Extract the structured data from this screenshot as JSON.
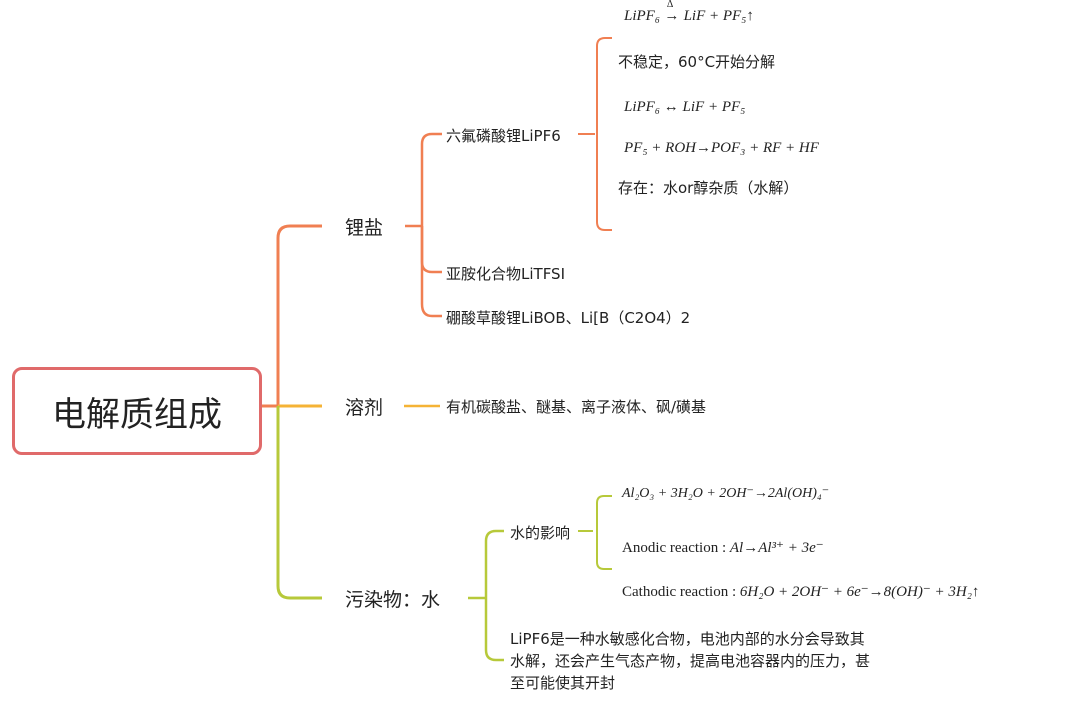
{
  "root": {
    "label": "电解质组成"
  },
  "branches": {
    "lithium_salts": {
      "label": "锂盐",
      "color": "#f07f52",
      "lipf6": {
        "label": "六氟磷酸锂LiPF6",
        "eq1": "LiPF₆ ≜ LiF + PF₅↑",
        "eq1_parts": {
          "lhs": "LiPF₆",
          "arrow": "→",
          "delta": "Δ",
          "rhs": "LiF + PF₅↑"
        },
        "note1": "不稳定，60°C开始分解",
        "eq2": "LiPF₆ ↔ LiF + PF₅",
        "eq3": "PF₅ + ROH→POF₃ + RF + HF",
        "note2": "存在：水or醇杂质（水解）"
      },
      "litfsi": {
        "label": "亚胺化合物LiTFSI"
      },
      "libob": {
        "label": "硼酸草酸锂LiBOB、Li[B（C2O4）2"
      }
    },
    "solvent": {
      "label": "溶剂",
      "color": "#f5b335",
      "item": "有机碳酸盐、醚基、离子液体、砜/磺基"
    },
    "contaminant": {
      "label": "污染物：水",
      "color": "#b7c93a",
      "water_effect": {
        "label": "水的影响",
        "eq1": "Al₂O₃ + 3H₂O +  2OH⁻→2Al(OH)₄⁻",
        "eq2_prefix": "Anodic reaction : ",
        "eq2_math": "Al→Al³⁺ + 3e⁻",
        "eq3_prefix": "Cathodic reaction : ",
        "eq3_math": "6H₂O + 2OH⁻ + 6e⁻→8(OH)⁻ + 3H₂↑"
      },
      "note": "LiPF6是一种水敏感化合物，电池内部的水分会导致其水解，还会产生气态产物，提高电池容器内的压力，甚至可能使其开封"
    }
  },
  "colors": {
    "root_border": "#e06a6a",
    "lithium": "#f07f52",
    "solvent": "#f5b335",
    "contaminant": "#b7c93a"
  }
}
